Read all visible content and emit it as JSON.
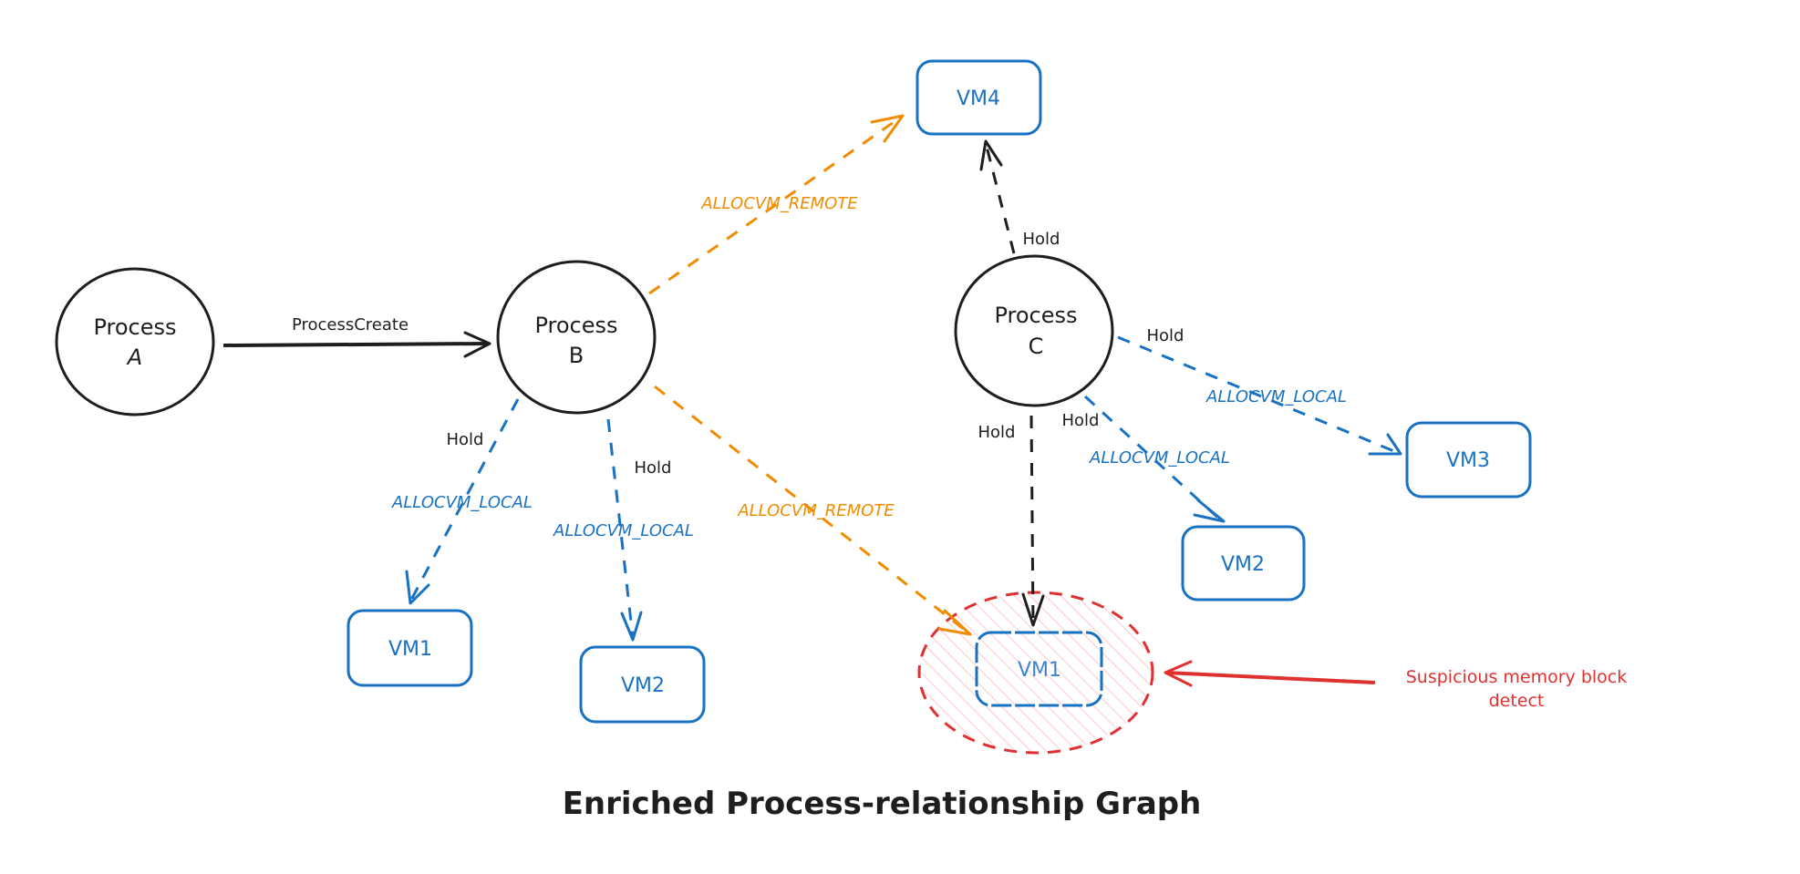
{
  "title": "Enriched Process-relationship Graph",
  "colors": {
    "ink": "#1e1e1e",
    "blue": "#1971c2",
    "orange": "#f08c00",
    "red": "#e03131",
    "hatch": "#ffc9c9"
  },
  "processes": {
    "a": {
      "line1": "Process",
      "line2": "A"
    },
    "b": {
      "line1": "Process",
      "line2": "B"
    },
    "c": {
      "line1": "Process",
      "line2": "C"
    }
  },
  "vms": {
    "b_vm1": "VM1",
    "b_vm2": "VM2",
    "vm4": "VM4",
    "c_vm2": "VM2",
    "c_vm3": "VM3",
    "suspicious_vm1": "VM1"
  },
  "edges": {
    "a_to_b": "ProcessCreate",
    "b_vm1_hold": "Hold",
    "b_vm1_alloc": "ALLOCVM_LOCAL",
    "b_vm2_hold": "Hold",
    "b_vm2_alloc": "ALLOCVM_LOCAL",
    "b_vm4_alloc": "ALLOCVM_REMOTE",
    "b_svm1_alloc": "ALLOCVM_REMOTE",
    "c_vm4_hold": "Hold",
    "c_vm3_hold": "Hold",
    "c_vm3_alloc": "ALLOCVM_LOCAL",
    "c_vm2_hold": "Hold",
    "c_vm2_alloc": "ALLOCVM_LOCAL",
    "c_svm1_hold": "Hold"
  },
  "annotation": {
    "line1": "Suspicious memory block",
    "line2": "detect"
  }
}
